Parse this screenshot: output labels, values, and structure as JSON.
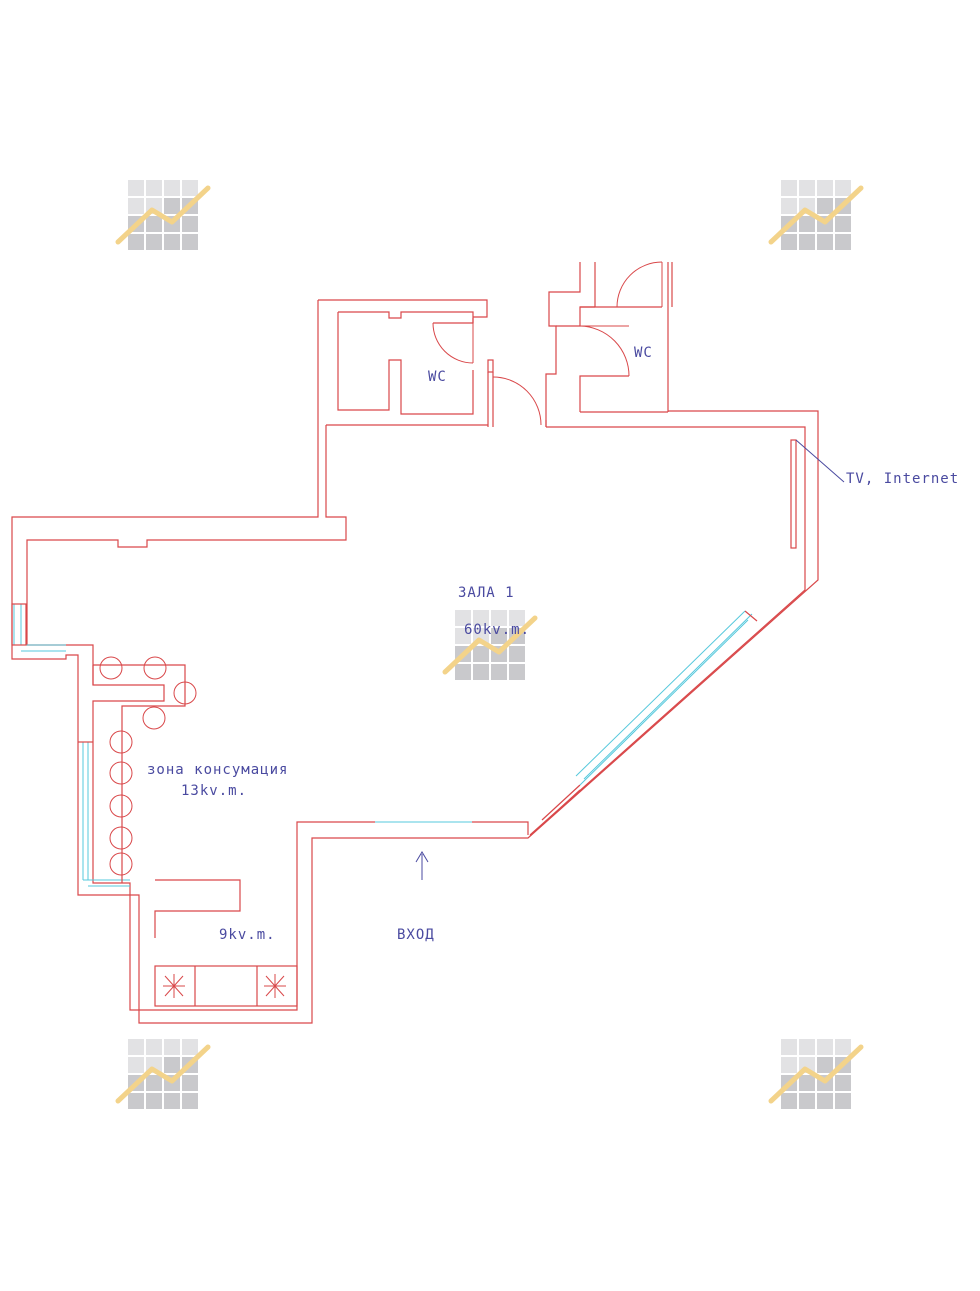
{
  "labels": {
    "wc_left": "WC",
    "wc_right": "WC",
    "tv_internet": "TV, Internet",
    "hall_name": "ЗАЛА 1",
    "hall_area": "60kv.m.",
    "consumption_zone": "зона консумация",
    "consumption_area": "13kv.m.",
    "kitchen_area": "9kv.m.",
    "entrance": "ВХОД"
  },
  "colors": {
    "walls": "#d9484a",
    "windows": "#55c8dc",
    "text": "#4a4aa0",
    "watermark_accent": "#f3d38a"
  },
  "watermark": {
    "icon": "chart-grid-logo",
    "count": 5
  }
}
